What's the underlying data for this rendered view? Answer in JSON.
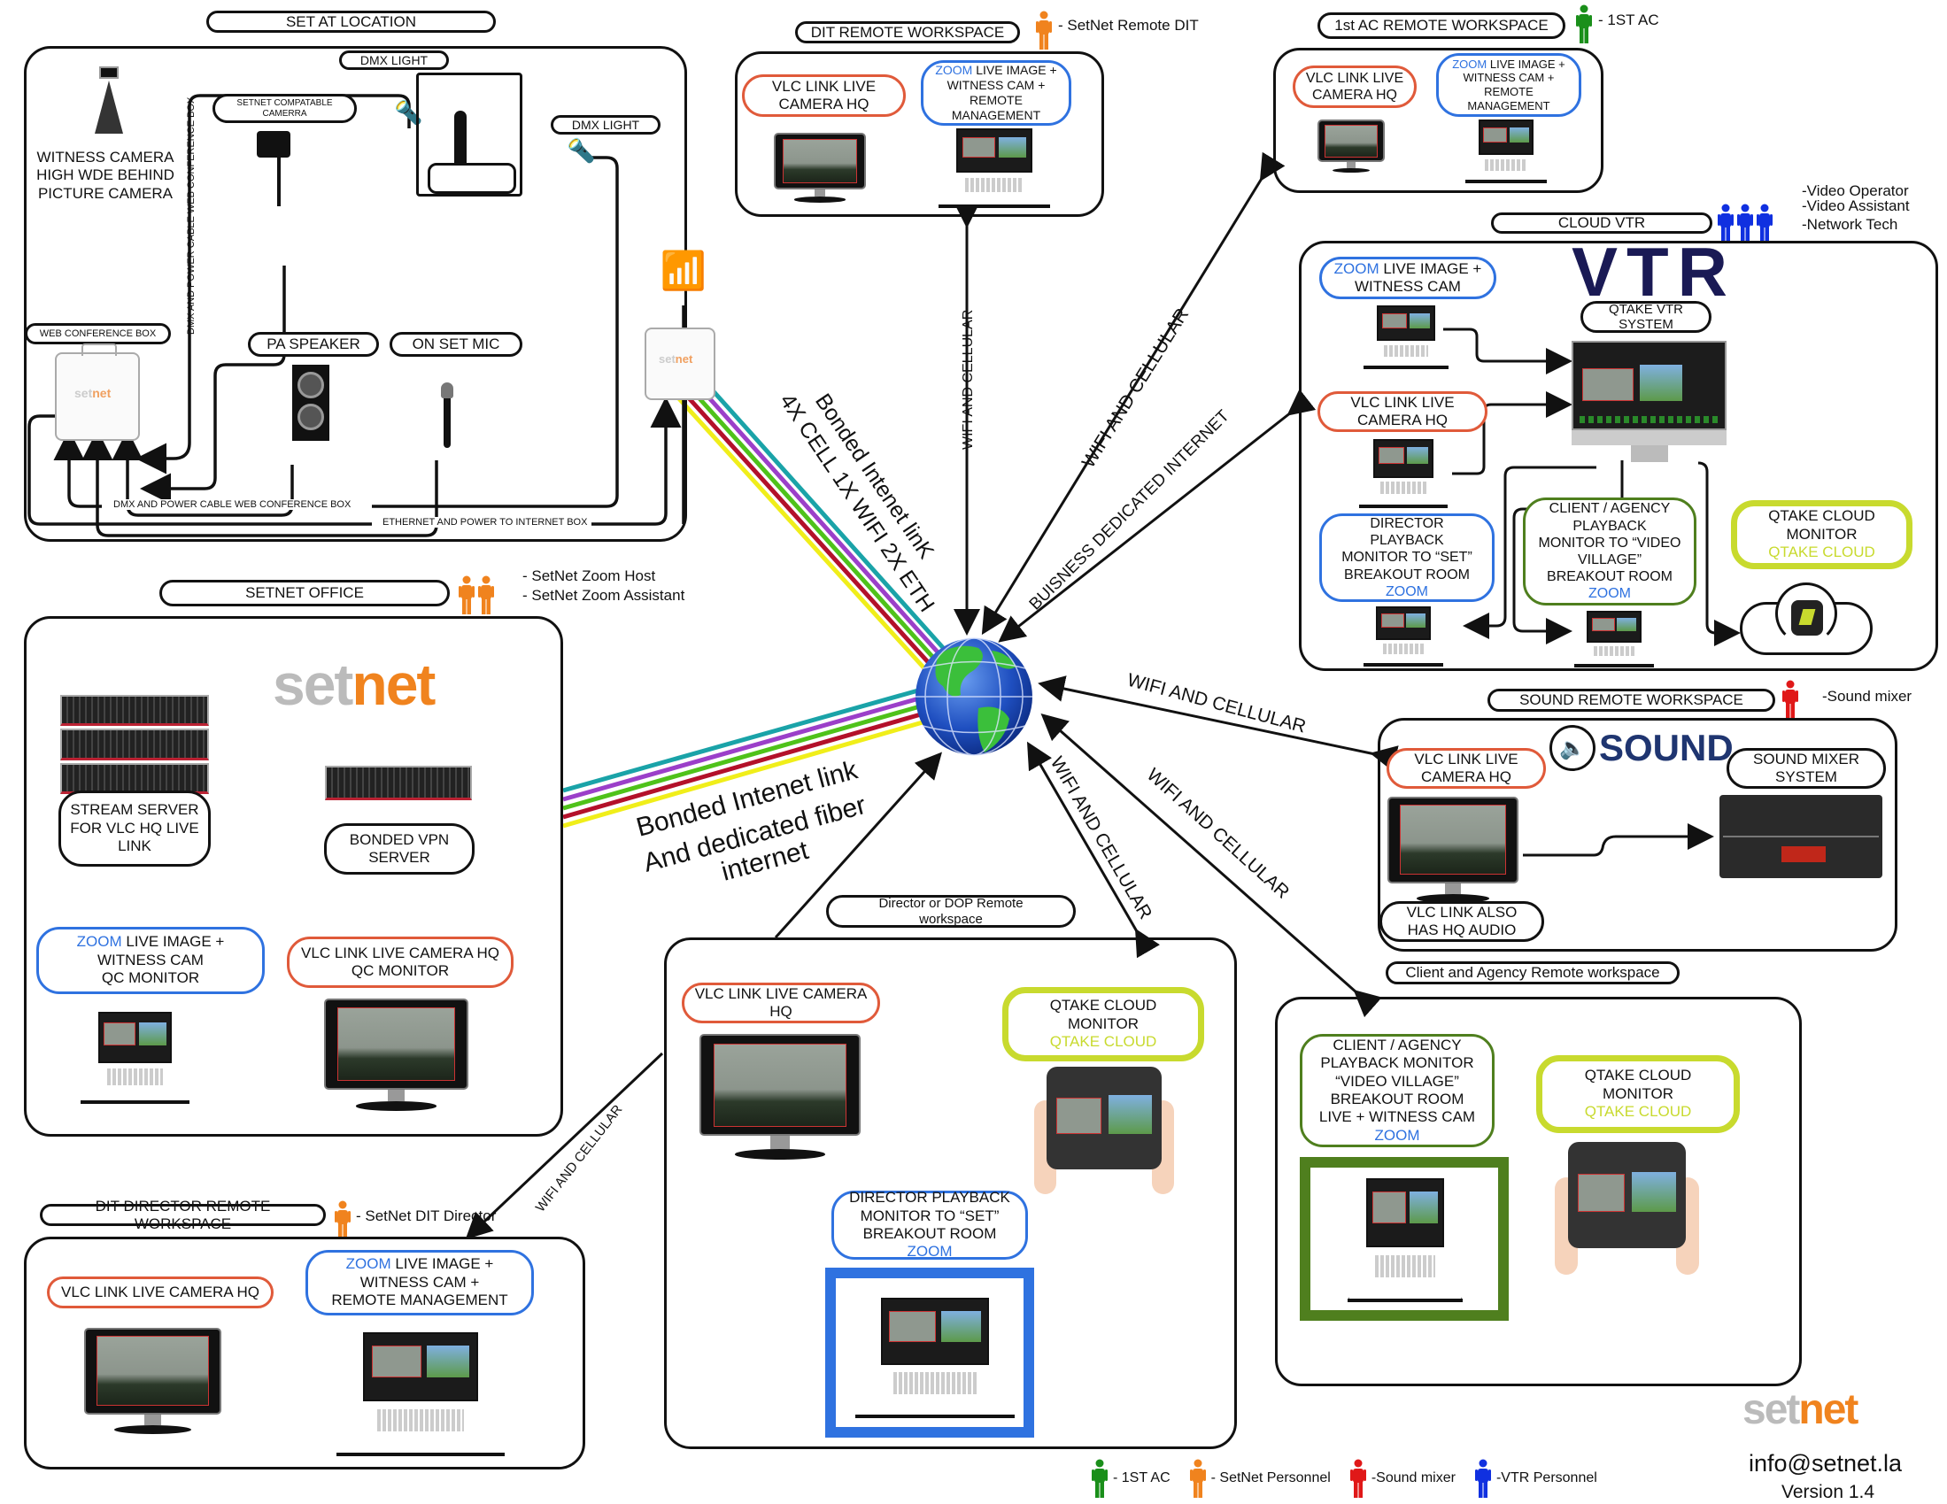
{
  "colors": {
    "vlc": "#e05a3a",
    "zoom": "#2f72e0",
    "green_box": "#4f7f1e",
    "qtake": "#c8da2e",
    "setnet_orange": "#f0831e",
    "first_ac": "#1a8f1a",
    "sound": "#e01818",
    "vtr": "#1030e0",
    "bond_lines": [
      "#1aa3a8",
      "#9b3fc9",
      "#4fc21a",
      "#b3102a",
      "#f0ee1a"
    ]
  },
  "set_location": {
    "title": "SET AT LOCATION",
    "witness_camera": "WITNESS CAMERA\nHIGH WDE BEHIND\nPICTURE CAMERA",
    "dmx_light_1": "DMX LIGHT",
    "dmx_light_2": "DMX LIGHT",
    "camera_label": "SETNET COMPATABLE\nCAMERRA",
    "web_conf_box": "WEB CONFERENCE BOX",
    "pa_speaker": "PA SPEAKER",
    "on_set_mic": "ON SET MIC",
    "vertical_cable": "DMX AND POWER CABLE WEB CONFERENCE BOX",
    "cable_bottom": "DMX AND POWER CABLE WEB CONFERENCE BOX",
    "ethernet_cable": "ETHERNET AND POWER TO INTERNET BOX"
  },
  "dit_remote": {
    "title": "DIT REMOTE WORKSPACE",
    "person_note": "- SetNet Remote DIT",
    "vlc": "VLC LINK LIVE\nCAMERA HQ",
    "zoom_word": "ZOOM",
    "zoom_rest": " LIVE IMAGE +\nWITNESS CAM +\nREMOTE\nMANAGEMENT"
  },
  "first_ac": {
    "title": "1st AC REMOTE WORKSPACE",
    "person_note": "- 1ST AC",
    "vlc": "VLC LINK LIVE\nCAMERA HQ",
    "zoom_word": "ZOOM",
    "zoom_rest": " LIVE IMAGE +\nWITNESS CAM +\nREMOTE\nMANAGEMENT"
  },
  "cloud_vtr": {
    "title": "CLOUD VTR",
    "roles": [
      "-Video Operator",
      "-Video Assistant",
      "-Network Tech"
    ],
    "logo": "VTR",
    "zoom_word": "ZOOM",
    "zoom_rest": " LIVE IMAGE +\nWITNESS CAM",
    "vlc": "VLC LINK LIVE\nCAMERA HQ",
    "qtake_system": "QTAKE VTR\nSYSTEM",
    "director_playback": "DIRECTOR\nPLAYBACK\nMONITOR TO “SET”\nBREAKOUT ROOM",
    "director_zoom": "ZOOM",
    "client_playback": "CLIENT / AGENCY\nPLAYBACK\nMONITOR TO “VIDEO\nVILLAGE”\nBREAKOUT ROOM",
    "client_zoom": "ZOOM",
    "qtake_monitor": "QTAKE CLOUD\nMONITOR",
    "qtake_cloud": "QTAKE CLOUD"
  },
  "setnet_office": {
    "title": "SETNET OFFICE",
    "roles": [
      "- SetNet Zoom Host",
      "- SetNet Zoom Assistant"
    ],
    "logo_gray": "set",
    "logo_orange": "net",
    "stream_server": "STREAM SERVER\nFOR VLC HQ LIVE\nLINK",
    "bonded_vpn": "BONDED VPN\nSERVER",
    "zoom_word": "ZOOM",
    "zoom_rest": " LIVE IMAGE +\nWITNESS CAM\nQC MONITOR",
    "vlc": "VLC LINK LIVE CAMERA HQ\nQC MONITOR"
  },
  "sound": {
    "title": "SOUND REMOTE WORKSPACE",
    "person_note": "-Sound mixer",
    "logo": "SOUND",
    "vlc": "VLC LINK LIVE\nCAMERA HQ",
    "mixer": "SOUND MIXER\nSYSTEM",
    "vlc_audio": "VLC LINK ALSO\nHAS HQ AUDIO"
  },
  "client_agency": {
    "title": "Client and Agency Remote workspace",
    "playback": "CLIENT / AGENCY\nPLAYBACK MONITOR\n“VIDEO VILLAGE”\nBREAKOUT ROOM\nLIVE + WITNESS CAM",
    "zoom": "ZOOM",
    "qtake_monitor": "QTAKE CLOUD\nMONITOR",
    "qtake_cloud": "QTAKE CLOUD"
  },
  "director_dop": {
    "title": "Director or DOP Remote\nworkspace",
    "vlc": "VLC LINK LIVE CAMERA\nHQ",
    "qtake_monitor": "QTAKE CLOUD\nMONITOR",
    "qtake_cloud": "QTAKE CLOUD",
    "director_playback": "DIRECTOR PLAYBACK\nMONITOR TO “SET”\nBREAKOUT ROOM",
    "zoom": "ZOOM"
  },
  "dit_director": {
    "title": "DIT DIRECTOR REMOTE WORKSPACE",
    "person_note": "- SetNet  DIT Director",
    "vlc": "VLC LINK LIVE CAMERA HQ",
    "zoom_word": "ZOOM",
    "zoom_rest": " LIVE IMAGE +\nWITNESS CAM +\nREMOTE MANAGEMENT"
  },
  "connections": {
    "bonded_top_1": "Bonded Intenet linK",
    "bonded_top_2": "4X CELL 1X WIFI 2X ETH",
    "bonded_left_1": "Bonded Intenet link",
    "bonded_left_2": "And dedicated fiber",
    "bonded_left_3": "internet",
    "to_dit": "WIFI AND CELLULAR",
    "to_first_ac": "WIFI AND CELLULAR",
    "to_vtr": "BUISNESS DEDICATED INTERNET",
    "to_sound": "WIFI AND CELLULAR",
    "to_director": "WIFI AND CELLULAR",
    "to_client": "WIFI AND CELLULAR",
    "to_dit_director": "WIFI AND CELLULAR"
  },
  "legend": [
    {
      "color": "#1a8f1a",
      "label": "- 1ST AC"
    },
    {
      "color": "#f0831e",
      "label": "- SetNet Personnel"
    },
    {
      "color": "#e01818",
      "label": "-Sound mixer"
    },
    {
      "color": "#1030e0",
      "label": "-VTR Personnel"
    }
  ],
  "footer": {
    "logo_gray": "set",
    "logo_orange": "net",
    "email": "info@setnet.la",
    "version": "Version 1.4"
  }
}
